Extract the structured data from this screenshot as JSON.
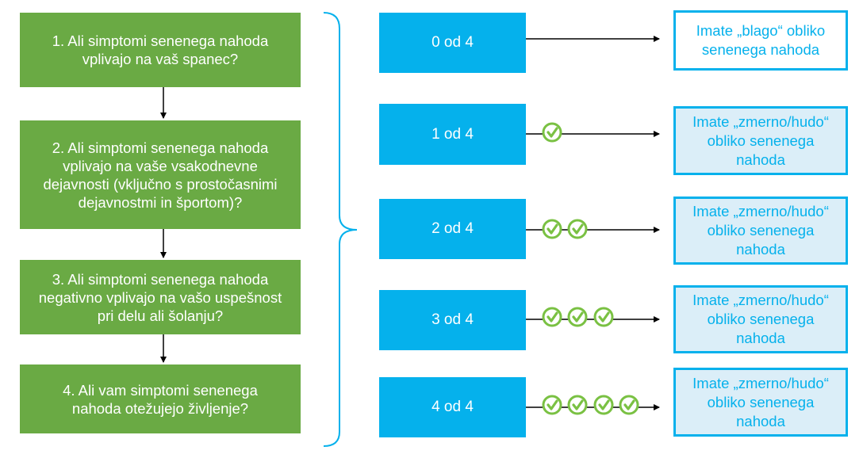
{
  "questions": [
    {
      "text": "1. Ali simptomi senenega nahoda\nvplivajo na vaš spanec?"
    },
    {
      "text": "2. Ali simptomi senenega nahoda\nvplivajo na vaše vsakodnevne\ndejavnosti (vključno s prostočasnimi\ndejavnostmi in športom)?"
    },
    {
      "text": "3.   Ali simptomi senenega nahoda\nnegativno vplivajo na vašo uspešnost\npri delu ali šolanju?"
    },
    {
      "text": "4. Ali vam simptomi senenega\nnahoda otežujejo življenje?"
    }
  ],
  "scores": [
    {
      "label": "0 od  4",
      "checks": 0
    },
    {
      "label": "1 od 4",
      "checks": 1
    },
    {
      "label": "2 od 4",
      "checks": 2
    },
    {
      "label": "3 od 4",
      "checks": 3
    },
    {
      "label": "4 od 4",
      "checks": 4
    }
  ],
  "results": [
    {
      "text": "Imate „blago“ obliko\nsenenega nahoda",
      "severity": "mild"
    },
    {
      "text": "Imate „zmerno/hudo“\nobliko senenega\nnahoda",
      "severity": "severe"
    },
    {
      "text": "Imate „zmerno/hudo“\nobliko senenega\nnahoda",
      "severity": "severe"
    },
    {
      "text": "Imate „zmerno/hudo“\nobliko senenega\nnahoda",
      "severity": "severe"
    },
    {
      "text": "Imate „zmerno/hudo“\nobliko senenega\nnahoda",
      "severity": "severe"
    }
  ],
  "colors": {
    "question": "#6aaa44",
    "score": "#05b1ec",
    "check": "#7ac143",
    "bracket": "#05b1ec"
  }
}
